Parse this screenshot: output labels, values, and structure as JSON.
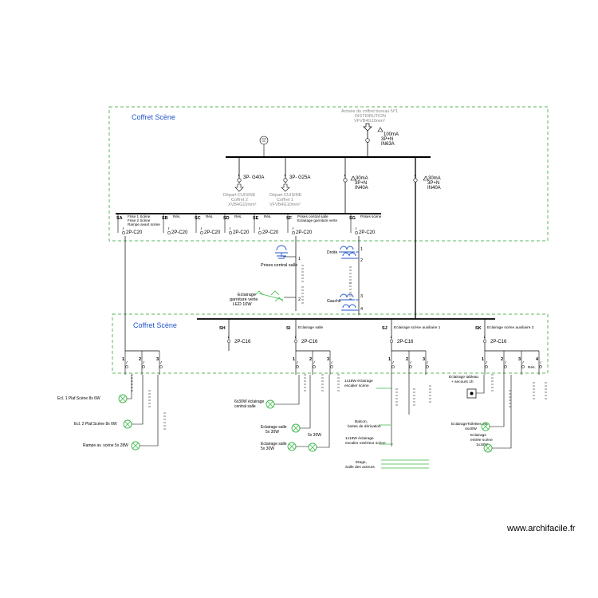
{
  "title": "Coffret Scène",
  "title2": "Coffret Scène",
  "arrivee": [
    "Arrivée du coffret bureau N°1",
    "DISTRIBUTION",
    "VFVB4G10mm²"
  ],
  "main_breaker": [
    "100mA",
    "3P+N",
    "IN63A"
  ],
  "feeders": [
    {
      "label": "3P- G40A",
      "dest": [
        "Départ CUISINE",
        "Coffret 2",
        "XVB4G10mm²"
      ]
    },
    {
      "label": "3P- G25A",
      "dest": [
        "Départ CUISINE",
        "Coffret 1",
        "VFVB4G10mm²"
      ]
    },
    {
      "label": [
        "30mA",
        "3P+N",
        "IN40A"
      ]
    },
    {
      "label": [
        "30mA",
        "3P+N",
        "IN40A"
      ]
    }
  ],
  "row1": [
    {
      "id": "SA",
      "text": [
        "Frise 1 Scène",
        "Frise 2 Scène",
        "Rampe avant scène"
      ],
      "breaker": "2P-C20"
    },
    {
      "id": "SB",
      "text": [
        "Rés."
      ],
      "breaker": "2P-C20"
    },
    {
      "id": "SC",
      "text": [
        "Rés."
      ],
      "breaker": "2P-C20"
    },
    {
      "id": "SD",
      "text": [
        "Rés."
      ],
      "breaker": "2P-C20"
    },
    {
      "id": "SE",
      "text": [
        "Rés."
      ],
      "breaker": "2P-C20"
    },
    {
      "id": "SF",
      "text": [
        "Prises central salle",
        "Eclairage garniture verte"
      ],
      "breaker": "2P-C20"
    },
    {
      "id": "SG",
      "text": [
        "Prises scène"
      ],
      "breaker": "2P-C20"
    }
  ],
  "row2": [
    {
      "id": "SH",
      "text": "",
      "breaker": "2P-C16"
    },
    {
      "id": "SI",
      "text": "Eclairage salle",
      "breaker": "2P-C16"
    },
    {
      "id": "SJ",
      "text": "Eclairage scène auxiliaire 1",
      "breaker": "2P-C16"
    },
    {
      "id": "SK",
      "text": "Eclairage scène auxiliaire 2",
      "breaker": "2P-C16"
    }
  ],
  "circuit_nums": [
    "1",
    "2",
    "3",
    "4"
  ],
  "sf_labels": {
    "prises": "Prises central salle",
    "eclairage": [
      "Eclairage",
      "garniture verte",
      "LED 10W"
    ]
  },
  "sg_labels": {
    "droite": "Droite",
    "gauche": "Gauche"
  },
  "sa_labels": [
    "Ecl. 1 Plaf.Scène 8x 6W",
    "Ecl. 2 Plaf.Scène 8x 6W",
    "Rampe av. scène 5x 28W"
  ],
  "si_labels": {
    "central": [
      "6x30W éclairage",
      "central salle"
    ],
    "salle1": [
      "Eclairage salle",
      "5x 30W"
    ],
    "salle2": [
      "Eclairage salle",
      "5x 30W"
    ],
    "sx": "5x 30W"
  },
  "sj_labels": {
    "esc1": [
      "1x18W éclairage",
      "escalier scène"
    ],
    "balcon": [
      "Balcon,",
      "boites de dérivation"
    ],
    "esc2": [
      "1x18W éclairage",
      "escalier extérieur scène"
    ],
    "etage": [
      "Etage,",
      "Salle des acteurs"
    ]
  },
  "sk_labels": {
    "tableau": [
      "Eclairage tableau",
      "+ secours 1h"
    ],
    "toilettes": [
      "EclairageToilettes ext",
      "4x40W"
    ],
    "entree": [
      "Eclairage",
      "entrée scène",
      "1x18W"
    ],
    "res": "Rés."
  },
  "watermark": "www.archifacile.fr",
  "colors": {
    "border": "#5cb85c",
    "line": "#000000",
    "grey": "#8a8a8a",
    "blue": "#2255cc",
    "title": "#2255cc",
    "lamp": "#3cb84a"
  }
}
